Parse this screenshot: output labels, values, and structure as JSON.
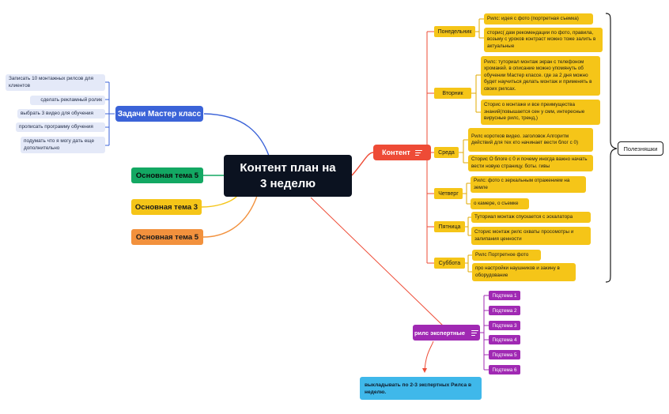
{
  "central_topic": "Контент план на 3 неделю",
  "masterclass": {
    "title": "Задачи Мастер класс",
    "tasks": [
      "Записать 10 монтажных рилсов для клиентов",
      "сделать рекламный ролик",
      "выбрать 3 видео для обучения",
      "прописать программу обучения",
      "подумать что я могу дать еще дополнительно"
    ]
  },
  "themes": [
    "Основная тема 5",
    "Основная тема 3",
    "Основная тема 5"
  ],
  "content": {
    "title": "Контент",
    "days": [
      {
        "name": "Понедельник",
        "items": [
          "Рилс: идея с фото (портретная съемка)",
          "сторис( дам рекомендации по фото, правила, возьму с уроков контраст можно тоже залить в актуальные"
        ]
      },
      {
        "name": "Вторник",
        "items": [
          "Рилс: туториал монтаж экран с телефоном хромакей. в описание можно упомянуть об обучении Мастер классе. где за 2 дня можно будет научиться делать монтаж и применять в своих рилсах.",
          "Сторис о  монтаже  и все преимущества знаний(повышается сен у смм, интересные вирусные рилс, тренд,)"
        ]
      },
      {
        "name": "Среда",
        "items": [
          "Рилс коротков видео. заголовок Алгоритм действий для тех кто начинает  вести блог с 0)",
          "Сторис О блоге с 0 и почему иногда важно начать вести новую страницу. боты. гивы"
        ]
      },
      {
        "name": "Четверг",
        "items": [
          "Рилс: фото с зеркальным отражением на земле",
          "о камере, о съемке"
        ]
      },
      {
        "name": "Пятница",
        "items": [
          "Туториал монтаж спускается с эскалатора",
          "Сторис монтаж рилс охваты просомотры и залипания ценности"
        ]
      },
      {
        "name": "Суббота",
        "items": [
          "Рилс Портретное фото",
          "про настройки наушников и закину в оборудование"
        ]
      }
    ],
    "summary": "Полезняшки"
  },
  "expert": {
    "title": "рилс экспертные",
    "subtopics": [
      "Подтема 1",
      "Подтема 2",
      "Подтема 3",
      "Подтема 4",
      "Подтема 5",
      "Подтема 6"
    ],
    "note": "выкладывать по 2-3 экспертных Рилса в неделю."
  },
  "colors": {
    "root": "#0b1220",
    "blue": "#3b63d8",
    "task_bg": "#e4e9f8",
    "green": "#13a863",
    "yellow": "#f5c518",
    "orange": "#f2913d",
    "red": "#ee4b36",
    "purple": "#a029b3",
    "cyan": "#3fb8ea"
  }
}
